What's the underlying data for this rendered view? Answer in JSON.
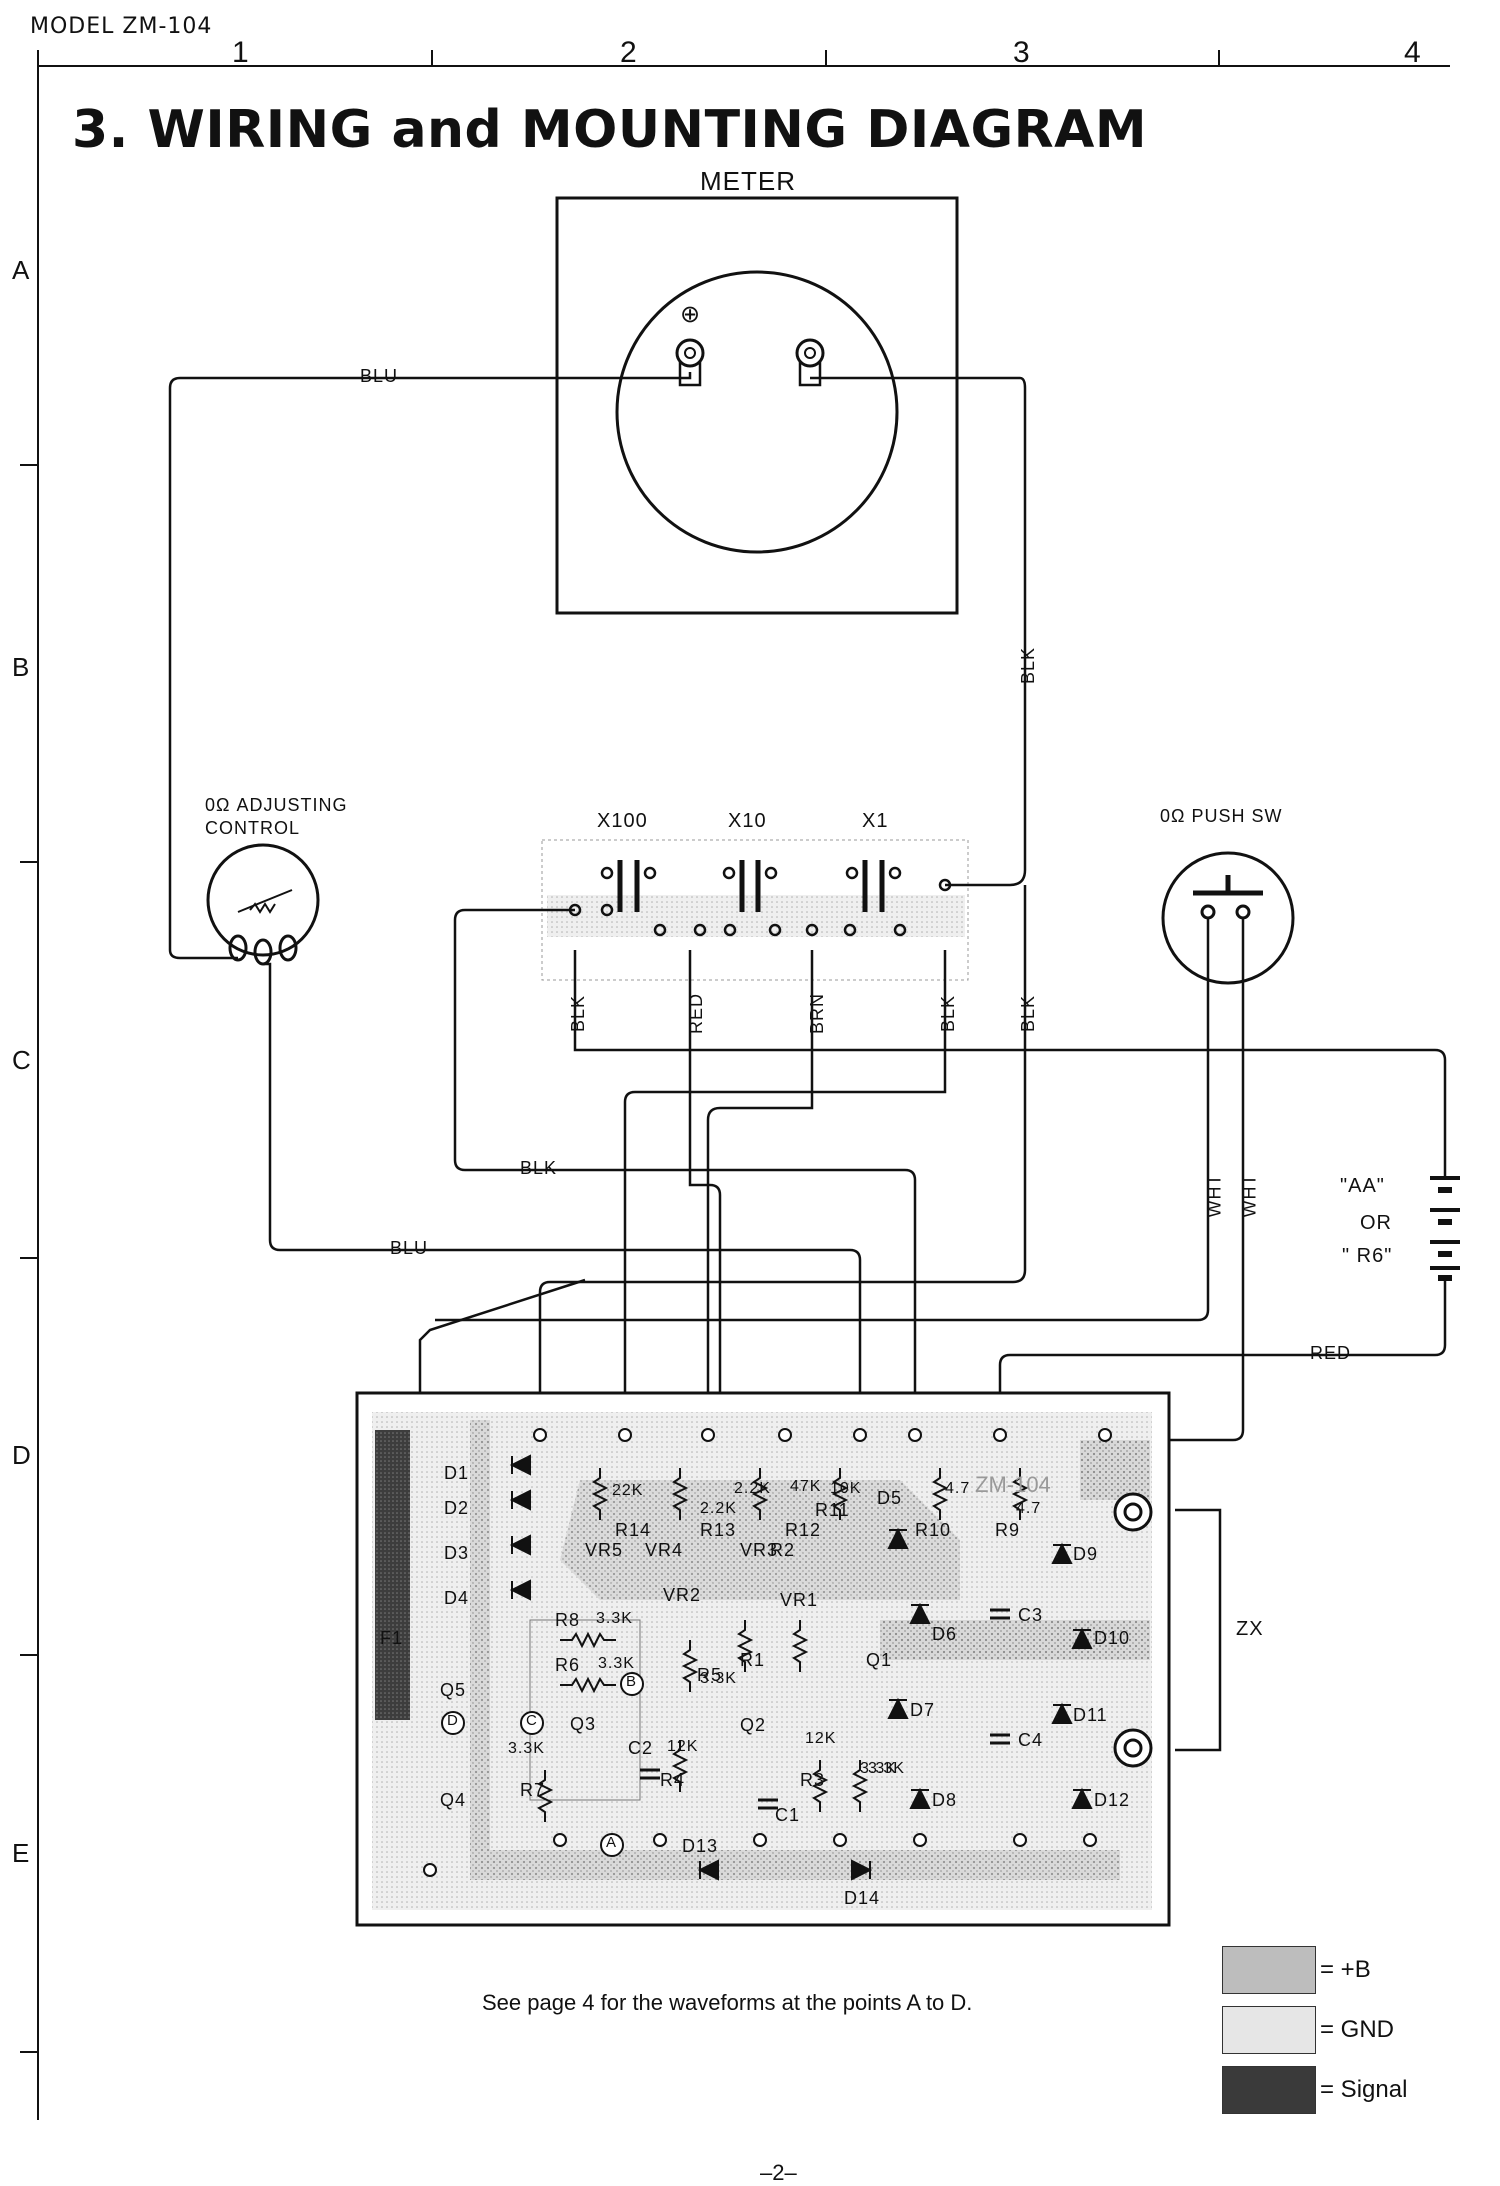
{
  "header": {
    "model": "MODEL ZM-104",
    "columns": [
      "1",
      "2",
      "3",
      "4"
    ],
    "rows": [
      "A",
      "B",
      "C",
      "D",
      "E"
    ]
  },
  "title": "3. WIRING and MOUNTING DIAGRAM",
  "components": {
    "meter": "METER",
    "meter_plus": "⊕",
    "adj_control": [
      "0Ω ADJUSTING",
      "CONTROL"
    ],
    "push_sw": "0Ω PUSH SW",
    "range_labels": [
      "X100",
      "X10",
      "X1"
    ],
    "battery": [
      "\"AA\"",
      "OR",
      "\" R6\""
    ],
    "zx": "ZX",
    "board_mark": "ZM-104",
    "board_parts": [
      "D1",
      "D2",
      "D3",
      "D4",
      "D5",
      "D6",
      "D7",
      "D8",
      "D9",
      "D10",
      "D11",
      "D12",
      "D13",
      "D14",
      "F1",
      "Q1",
      "Q2",
      "Q3",
      "Q4",
      "Q5",
      "VR1",
      "VR2",
      "VR3",
      "VR4",
      "VR5",
      "R1",
      "R2",
      "R3",
      "R4",
      "R5",
      "R6",
      "R7",
      "R8",
      "R9",
      "R10",
      "R11",
      "R12",
      "R13",
      "R14",
      "C1",
      "C2",
      "C3",
      "C4"
    ],
    "board_values": [
      "3.3K",
      "3.3K",
      "3.3K",
      "3.3K",
      "3.3K",
      "12K",
      "12K",
      "2.2K",
      "2.2K",
      "22K",
      "4.7",
      "47K",
      "10K",
      "3.3K",
      "4.7"
    ],
    "test_points": [
      "A",
      "B",
      "C",
      "D"
    ]
  },
  "wires": [
    "BLU",
    "BLK",
    "BLK",
    "RED",
    "BRN",
    "BLK",
    "BLK",
    "BLK",
    "BLU",
    "WHT",
    "WHT",
    "RED"
  ],
  "note": "See page 4 for the waveforms at the points A to D.",
  "legend": [
    {
      "label": "= +B",
      "color": "#bdbdbd"
    },
    {
      "label": "= GND",
      "color": "#e6e6e6"
    },
    {
      "label": "= Signal",
      "color": "#3a3a3a"
    }
  ],
  "page_number": "–2–"
}
